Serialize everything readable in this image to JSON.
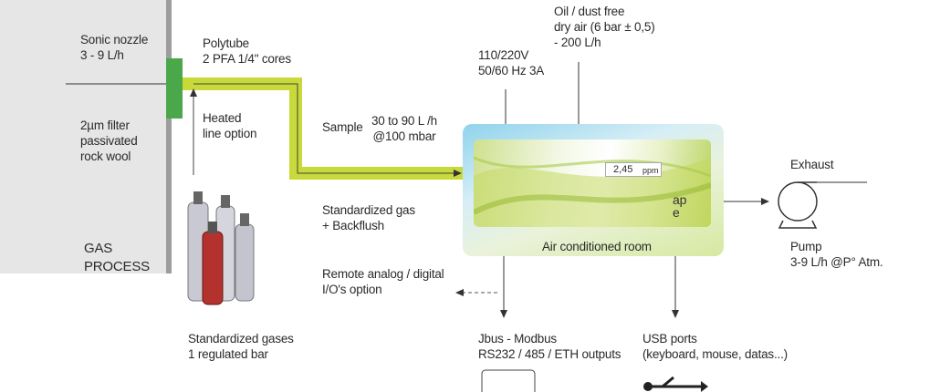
{
  "labels": {
    "sonic_nozzle": "Sonic nozzle\n3 - 9 L/h",
    "filter": "2µm filter\npassivated\nrock wool",
    "gas_process": "GAS\nPROCESS",
    "polytube": "Polytube\n2 PFA 1/4\" cores",
    "heated_line": "Heated\nline option",
    "sample": "Sample",
    "sample_flow": "30 to 90 L /h\n@100 mbar",
    "power": "110/220V\n50/60 Hz 3A",
    "air_supply": "Oil / dust free\ndry air (6 bar ± 0,5)\n- 200 L/h",
    "standardized_gas": "Standardized gas\n+ Backflush",
    "remote_io": "Remote analog / digital\nI/O's option",
    "standardized_gases": "Standardized gases\n1 regulated bar",
    "jbus": "Jbus - Modbus\nRS232 / 485 / ETH outputs",
    "usb": "USB ports\n(keyboard, mouse, datas...)",
    "exhaust": "Exhaust",
    "pump": "Pump\n3-9 L/h @P° Atm.",
    "air_conditioned": "Air conditioned room"
  },
  "analyzer": {
    "reading_value": "2,45",
    "reading_unit": "ppm",
    "logo_text": "ap\n e"
  },
  "colors": {
    "tube": "#c8da3a",
    "sample_line": "#c3d52d",
    "nozzle": "#4aa84a",
    "arrow": "#333333"
  }
}
